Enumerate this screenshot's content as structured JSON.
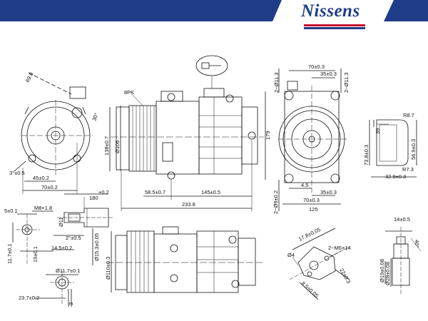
{
  "brand": {
    "logo_text": "Nissens",
    "colors": {
      "navy": "#1f3c88",
      "red": "#c8102e",
      "line": "#111111"
    }
  },
  "dims": {
    "front_left": {
      "d698": "69.8",
      "d30": "30°",
      "d45": "45±0.2",
      "d70": "70±0.2",
      "d3": "3°±0.5"
    },
    "side": {
      "pk": "8PK",
      "d138": "138±0.7",
      "d106": "Ø106",
      "d179": "179",
      "d58": "58.5±0.7",
      "d145": "145±0.5",
      "d233": "233.8"
    },
    "rear": {
      "t2a": "2−Ø11.3",
      "t70": "70±0.3",
      "t35": "35±0.3",
      "t2b": "2−Ø11.3",
      "r8": "R8.7",
      "h39": "39",
      "h73": "73.8±0.3",
      "h569": "56.9±0.3",
      "r7": "R7.3",
      "b329": "32.9±0.3",
      "b2": "2−Ø9±0.2",
      "b45": "4.5",
      "b35": "35±0.3",
      "b70": "70±0.3",
      "b125": "125"
    },
    "detail1": {
      "d180": "180",
      "d02": "+0.2",
      "d5": "5±0.1",
      "m8": "M8×1.8",
      "d11": "Ø11",
      "d2": "2°±0.5",
      "d14": "14.5±0.2",
      "d153": "Ø15.3±0.05",
      "d117": "11.7±0.1",
      "d19": "19±0.1"
    },
    "lower": {
      "d110": "Ø110±0.3",
      "ring": "Ø11.7±0.1",
      "d237": "23.7±0.2",
      "d3": "3"
    },
    "port2": {
      "d178": "17.8±0.05",
      "m6": "2−M6×14",
      "d4": "Ø4",
      "d229": "22±0.3",
      "d85": "8.5±0.05"
    },
    "port3": {
      "d14": "14±0.5",
      "d40": "40°",
      "d28": "Ø28±0.08",
      "d19": "Ø19±0.08"
    }
  }
}
